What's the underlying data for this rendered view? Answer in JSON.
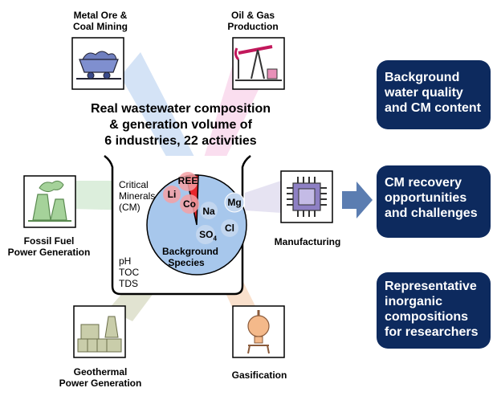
{
  "title": [
    "Real wastewater composition",
    "& generation volume of",
    "6 industries, 22 activities"
  ],
  "industries": {
    "metal_ore": [
      "Metal Ore &",
      "Coal Mining"
    ],
    "oil_gas": [
      "Oil & Gas",
      "Production"
    ],
    "fossil_fuel": [
      "Fossil Fuel",
      "Power Generation"
    ],
    "manufacturing": [
      "Manufacturing"
    ],
    "geothermal": [
      "Geothermal",
      "Power Generation"
    ],
    "gasification": [
      "Gasification"
    ]
  },
  "beaker": {
    "critical_minerals": [
      "Critical",
      "Minerals",
      "(CM)"
    ],
    "params": [
      "pH",
      "TOC",
      "TDS"
    ],
    "background_species": [
      "Background",
      "Species"
    ],
    "elements": {
      "ree": "REE",
      "li": "Li",
      "co": "Co",
      "na": "Na",
      "mg": "Mg",
      "so4": "SO",
      "so4_sub": "4",
      "cl": "Cl"
    }
  },
  "outputs": [
    [
      "Background",
      "water quality",
      "and CM content"
    ],
    [
      "CM recovery",
      "opportunities",
      "and challenges"
    ],
    [
      "Representative",
      "inorganic",
      "compositions",
      "for researchers"
    ]
  ],
  "colors": {
    "navy": "#0d2a5e",
    "pie_blue": "#a7c7ec",
    "cm_red": "#e8262b",
    "arrow": "#5b7db1"
  }
}
